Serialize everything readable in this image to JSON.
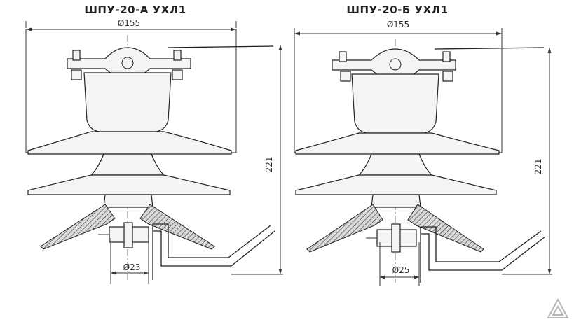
{
  "drawing_a": {
    "title": "ШПУ-20-А УХЛ1",
    "diameter_top": "Ø155",
    "height": "221",
    "diameter_bottom": "Ø23"
  },
  "drawing_b": {
    "title": "ШПУ-20-Б УХЛ1",
    "diameter_top": "Ø155",
    "height": "221",
    "diameter_bottom": "Ø25"
  },
  "icons": {
    "watermark": "triangle-logo-icon"
  }
}
